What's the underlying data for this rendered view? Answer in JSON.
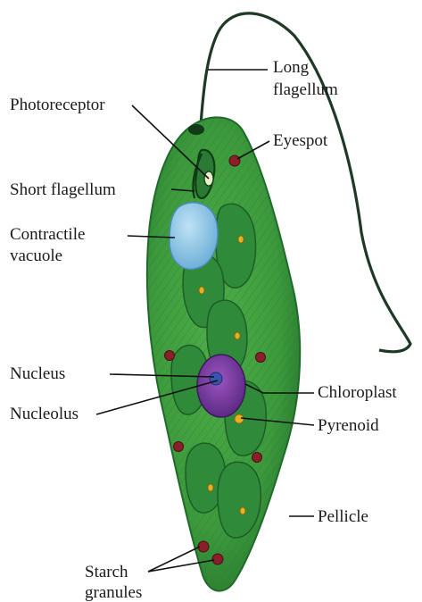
{
  "diagram": {
    "labels": {
      "long_flagellum_1": "Long",
      "long_flagellum_2": "flagellum",
      "photoreceptor": "Photoreceptor",
      "eyespot": "Eyespot",
      "short_flagellum": "Short flagellum",
      "contractile_vacuole_1": "Contractile",
      "contractile_vacuole_2": "vacuole",
      "nucleus": "Nucleus",
      "nucleolus": "Nucleolus",
      "chloroplast": "Chloroplast",
      "pyrenoid": "Pyrenoid",
      "pellicle": "Pellicle",
      "starch_granules_1": "Starch",
      "starch_granules_2": "granules"
    },
    "colors": {
      "body": "#3c9a3c",
      "body_edge": "#1f6a2a",
      "chloroplast": "#2f8a3a",
      "vacuole": "#8cc8e8",
      "nucleus": "#7a3aa0",
      "nucleolus": "#3a55b0",
      "starch": "#8a1f2a",
      "pyrenoid": "#e8b020",
      "flagellum": "#1e3a26"
    }
  }
}
